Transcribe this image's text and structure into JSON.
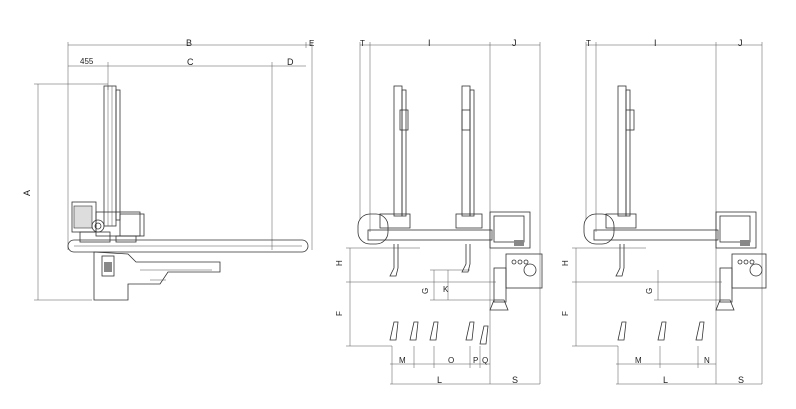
{
  "views": {
    "side": {
      "labels": {
        "B": "B",
        "E": "E",
        "d455": "455",
        "C": "C",
        "D": "D",
        "A": "A"
      }
    },
    "front_double": {
      "labels": {
        "T": "T",
        "I": "I",
        "J": "J",
        "H": "H",
        "K": "K",
        "G": "G",
        "F": "F",
        "M": "M",
        "O": "O",
        "P": "P",
        "Q": "Q",
        "L": "L",
        "S": "S"
      }
    },
    "front_single": {
      "labels": {
        "T": "T",
        "I": "I",
        "J": "J",
        "H": "H",
        "G": "G",
        "F": "F",
        "M": "M",
        "N": "N",
        "L": "L",
        "S": "S"
      }
    }
  }
}
